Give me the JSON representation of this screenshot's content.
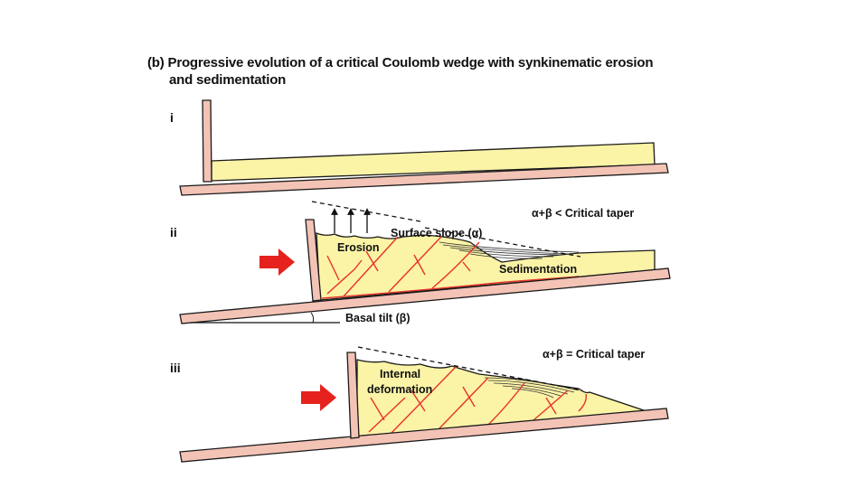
{
  "title": {
    "line1": "(b) Progressive evolution of a critical Coulomb wedge with synkinematic erosion",
    "line2": "and sedimentation"
  },
  "panels": {
    "i": {
      "label": "i"
    },
    "ii": {
      "label": "ii",
      "condition": "α+β < Critical taper",
      "surface_slope": "Surface slope (α)",
      "erosion": "Erosion",
      "sedimentation": "Sedimentation",
      "basal_tilt": "Basal tilt (β)"
    },
    "iii": {
      "label": "iii",
      "condition": "α+β = Critical taper",
      "internal_deformation_1": "Internal",
      "internal_deformation_2": "deformation"
    }
  },
  "colors": {
    "wall": "#f3c3b6",
    "sediment": "#fbf3a6",
    "fault": "#e8322b",
    "arrow": "#e5221d",
    "outline": "#1a1a1a"
  }
}
